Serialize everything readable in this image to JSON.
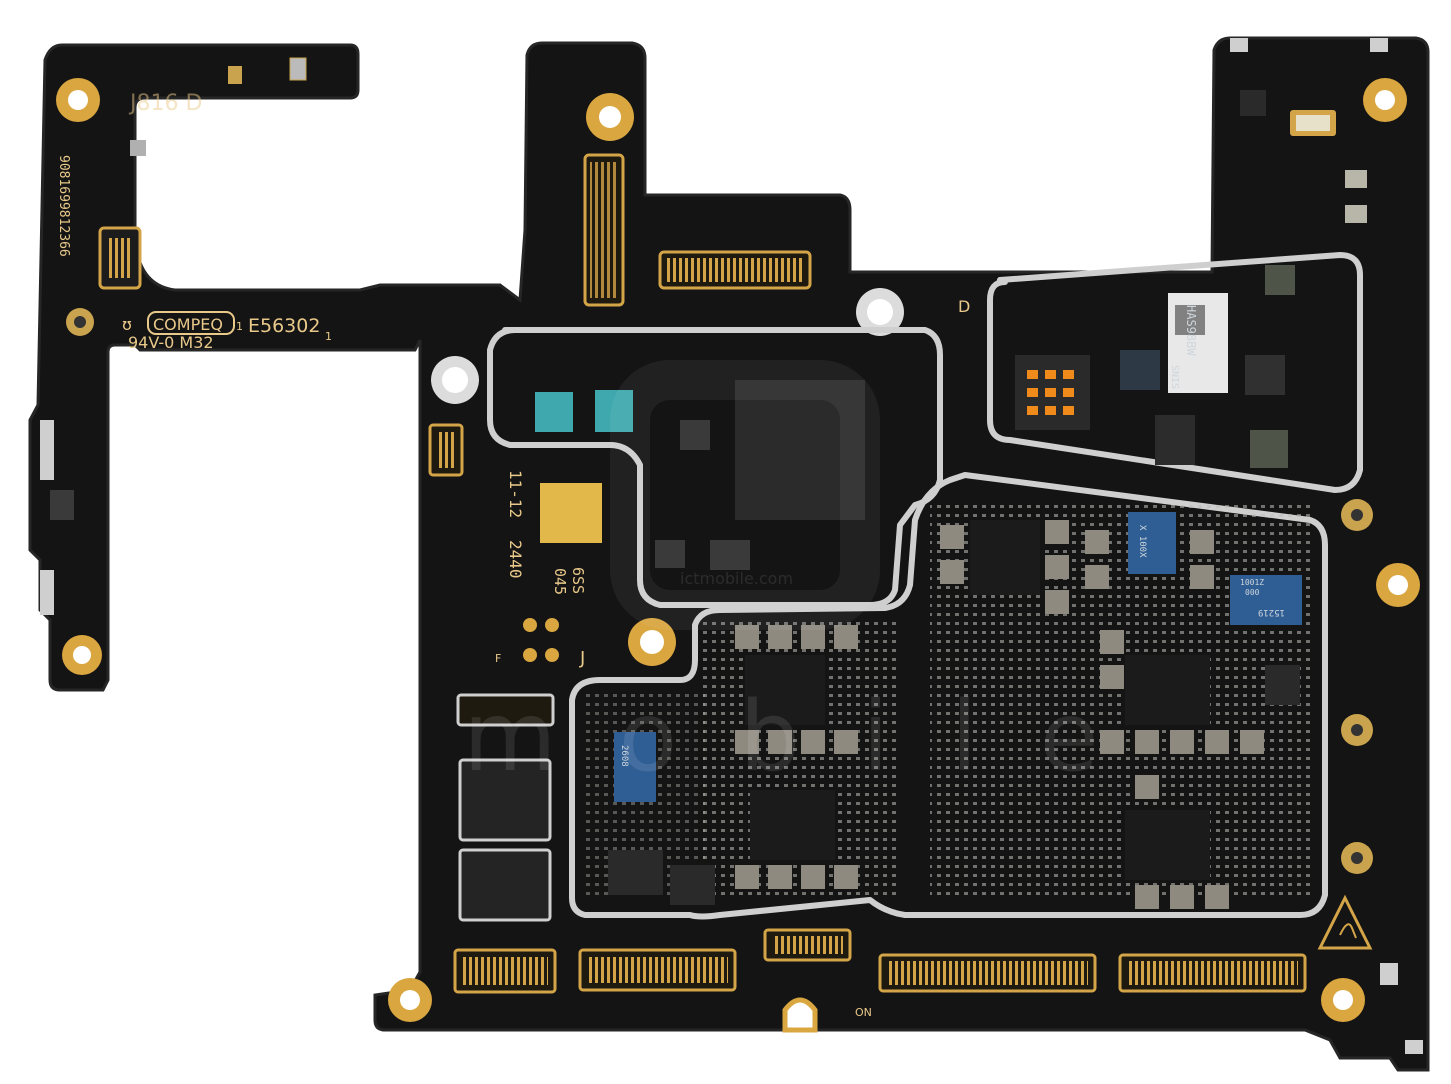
{
  "silkscreen": {
    "connector_ref": "J816 D",
    "serial": "9081699812366",
    "vendor": "COMPEQ",
    "vendor_rev": "1",
    "ul_cert": "E56302",
    "ul_suffix": "1",
    "rating": "94V-0 M32",
    "date_code_a": "11-12",
    "date_code_b": "2440",
    "code_c": "6SS",
    "code_d": "045",
    "mark_f": "F",
    "mark_j": "J",
    "mark_d": "D",
    "switch_label": "ON"
  },
  "chips": {
    "module_line1": "HAS98BW",
    "module_line2": "SNIS",
    "blue_chip_1": "X 100X",
    "blue_chip_2": "15219",
    "blue_chip_3": "2608",
    "blue_chip_4": "000",
    "blue_chip_5": "1001Z"
  },
  "watermark": {
    "site": "ictmobile.com",
    "big": "ictmobile"
  },
  "colors": {
    "board": "#141414",
    "board_edge": "#202020",
    "gold": "#d9a640",
    "shield": "#cfcfcf",
    "chip_blue": "#2f5e95",
    "chip_teal": "#3fa8ae"
  }
}
